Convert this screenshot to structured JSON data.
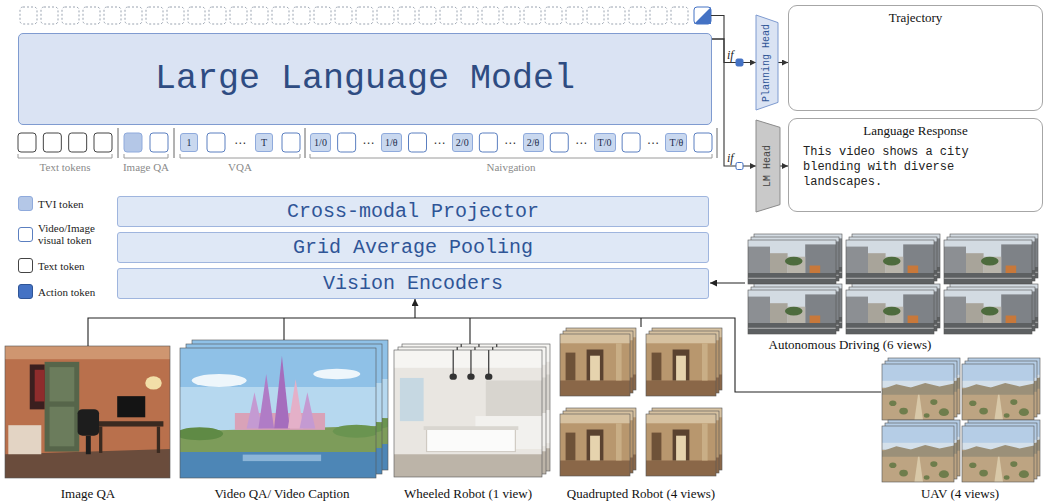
{
  "diagram": {
    "nodes": [
      {
        "text": [
          "Large Language Model"
        ]
      },
      {
        "text": [
          "Planning Head"
        ]
      },
      {
        "text": [
          "Trajectory"
        ]
      },
      {
        "text": [
          "LM Head"
        ]
      },
      {
        "text": [
          "Language Response",
          "This video shows a city blending with diverse landscapes."
        ]
      },
      {
        "text": [
          "1"
        ]
      },
      {
        "text": [
          "T"
        ]
      },
      {
        "text": [
          "1/0"
        ]
      },
      {
        "text": [
          "1/θ"
        ]
      },
      {
        "text": [
          "2/0"
        ]
      },
      {
        "text": [
          "2/θ"
        ]
      },
      {
        "text": [
          "T/0"
        ]
      },
      {
        "text": [
          "T/θ"
        ]
      },
      {
        "text": [
          "Cross-modal Projector"
        ]
      },
      {
        "text": [
          "Grid Average Pooling"
        ]
      },
      {
        "text": [
          "Vision Encoders"
        ]
      }
    ],
    "edges": [
      {
        "from": 0,
        "to": 1,
        "label": "if",
        "arrow": "to"
      },
      {
        "from": 1,
        "to": 2,
        "arrow": "to"
      },
      {
        "from": 0,
        "to": 3,
        "label": "if",
        "arrow": "to"
      },
      {
        "from": 3,
        "to": 4,
        "arrow": "to"
      }
    ],
    "labels": [
      "Text tokens",
      "Image QA",
      "VQA",
      "Naivgation",
      "⋯",
      "⋯",
      "⋯",
      "⋯",
      "⋯",
      "⋯",
      "Image QA",
      "Video QA/ Video Caption",
      "Wheeled Robot (1 view)",
      "Quadrupted Robot (4 views)",
      "UAV (4 views)",
      "Autonomous Driving (6 views)"
    ],
    "legend": [
      {
        "text": "TVI token",
        "color": "#b4c7e7"
      },
      {
        "text": "Video/Image visual token"
      },
      {
        "text": "Text token"
      },
      {
        "text": "Action token",
        "color": "#4472c4"
      }
    ]
  }
}
